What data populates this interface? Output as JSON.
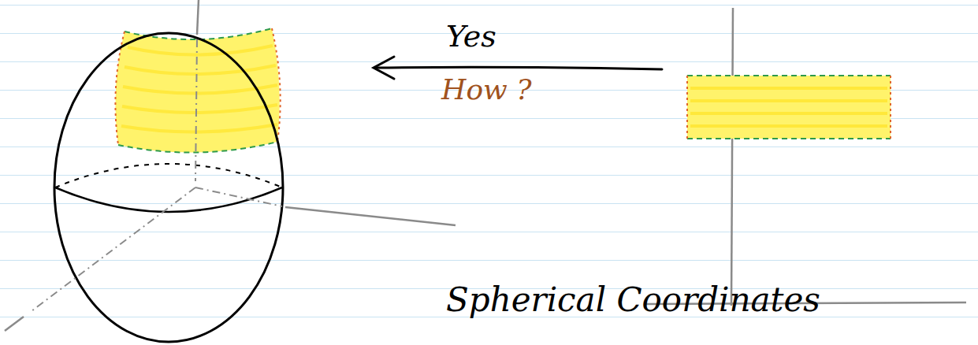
{
  "diagram": {
    "labels": [
      "Yes",
      "How ?",
      "Spherical Coordinates"
    ]
  }
}
